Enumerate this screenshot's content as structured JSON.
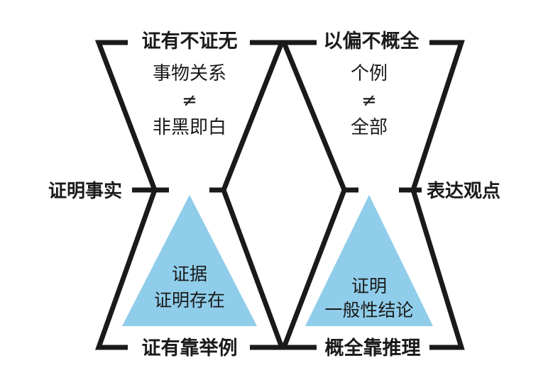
{
  "left": {
    "top_label": "证有不证无",
    "top_line1": "事物关系",
    "top_symbol": "≠",
    "top_line2": "非黑即白",
    "side_label": "证明事实",
    "triangle_line1": "证据",
    "triangle_line2": "证明存在",
    "bottom_label": "证有靠举例"
  },
  "right": {
    "top_label": "以偏不概全",
    "top_line1": "个例",
    "top_symbol": "≠",
    "top_line2": "全部",
    "side_label": "表达观点",
    "triangle_line1": "证明",
    "triangle_line2": "一般性结论",
    "bottom_label": "概全靠推理"
  },
  "colors": {
    "outline": "#1a1a1a",
    "triangle_fill": "#8fcdea",
    "text": "#1a1a1a",
    "background": "#ffffff"
  }
}
